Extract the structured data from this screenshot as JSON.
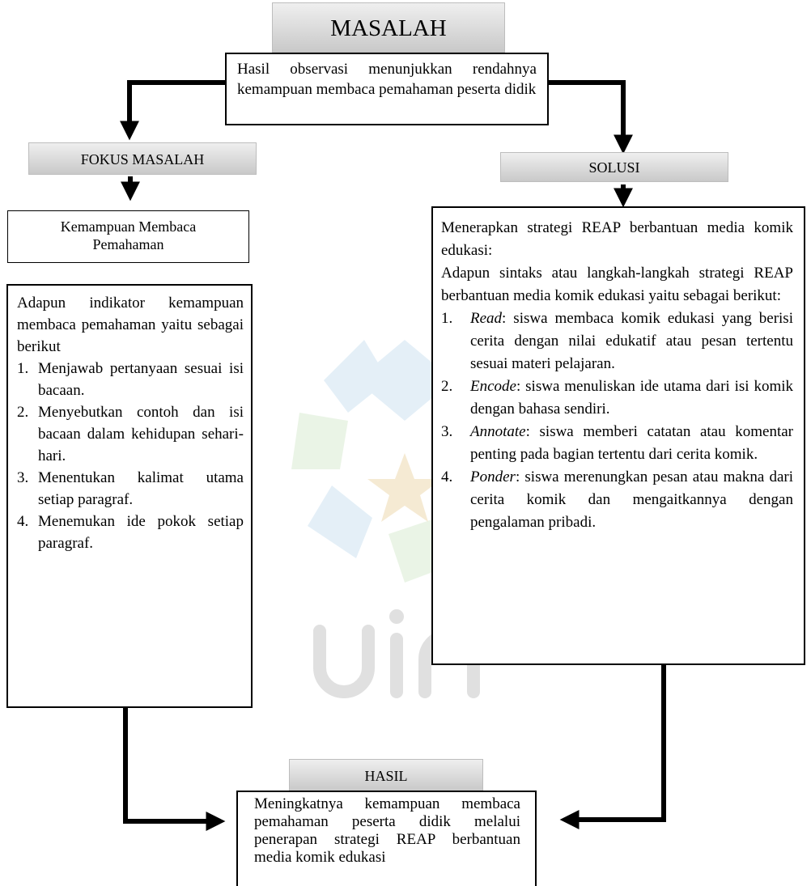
{
  "header": {
    "title": "MASALAH"
  },
  "problem": {
    "text": "Hasil observasi menunjukkan rendahnya kemampuan membaca pemahaman peserta didik"
  },
  "focus": {
    "title": "FOKUS MASALAH",
    "text": "Kemampuan Membaca Pemahaman"
  },
  "indicators": {
    "intro": "Adapun indikator kemampuan membaca pemahaman yaitu sebagai berikut",
    "items": [
      {
        "num": "1.",
        "text": "Menjawab pertanyaan sesuai isi bacaan."
      },
      {
        "num": "2.",
        "text": "Menyebutkan contoh dan isi bacaan dalam kehidupan sehari-hari."
      },
      {
        "num": "3.",
        "text": "Menentukan kalimat utama setiap paragraf."
      },
      {
        "num": "4.",
        "text": "Menemukan ide pokok setiap paragraf."
      }
    ]
  },
  "solution": {
    "title": "SOLUSI",
    "intro1": "Menerapkan strategi REAP berbantuan media komik edukasi:",
    "intro2": "Adapun sintaks atau langkah-langkah strategi REAP berbantuan media komik edukasi yaitu sebagai berikut:",
    "steps": [
      {
        "num": "1.",
        "term": "Read",
        "text": ": siswa membaca komik edukasi yang berisi cerita dengan nilai edukatif atau pesan tertentu sesuai materi pelajaran."
      },
      {
        "num": "2.",
        "term": "Encode",
        "text": ": siswa menuliskan ide utama dari isi komik dengan bahasa sendiri."
      },
      {
        "num": "3.",
        "term": "Annotate",
        "text": ": siswa memberi catatan atau komentar penting pada bagian tertentu dari cerita komik."
      },
      {
        "num": "4.",
        "term": "Ponder",
        "text": ": siswa merenungkan pesan atau makna dari cerita komik dan mengaitkannya dengan pengalaman pribadi."
      }
    ]
  },
  "result": {
    "title": "HASIL",
    "text": "Meningkatnya kemampuan membaca pemahaman peserta didik melalui penerapan strategi REAP berbantuan media komik edukasi"
  },
  "colors": {
    "header_light": "#efefef",
    "header_dark": "#c9c9c9",
    "watermark_blue": "#cfe3f2",
    "watermark_green": "#d9ecd3",
    "watermark_star": "#eed9b0"
  }
}
